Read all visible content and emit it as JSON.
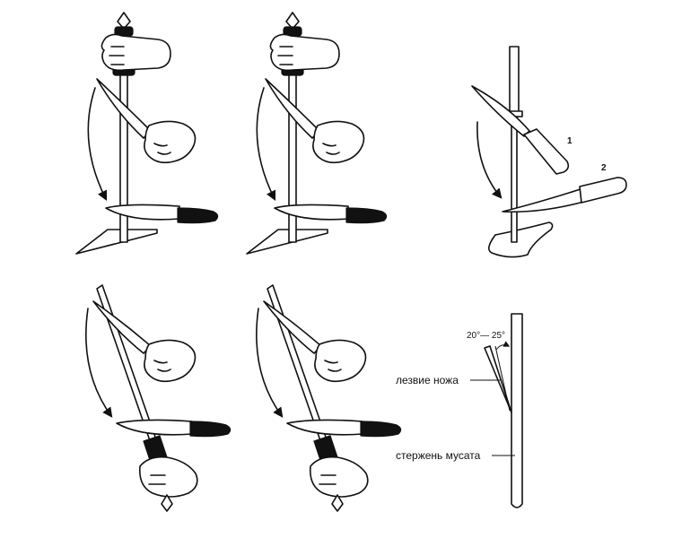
{
  "labels": {
    "step1": "1",
    "step2": "2",
    "angle": "20°— 25°",
    "blade": "лезвие ножа",
    "rod": "стержень мусата"
  },
  "colors": {
    "ink": "#111111",
    "paper": "#ffffff"
  }
}
